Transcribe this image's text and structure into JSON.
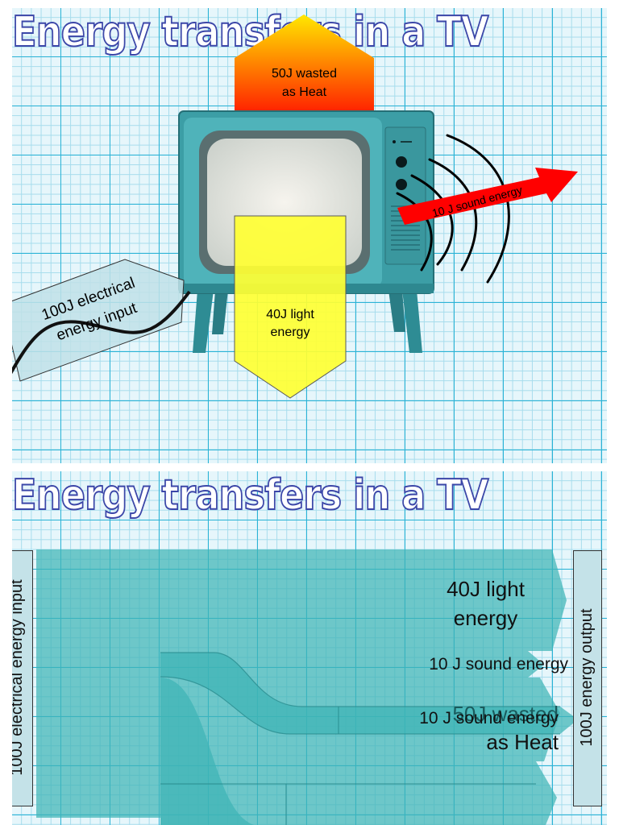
{
  "slide1": {
    "title": "Energy transfers in a TV",
    "heat_label_line1": "50J wasted",
    "heat_label_line2": "as Heat",
    "sound_label": "10 J sound energy",
    "light_label_line1": "40J light",
    "light_label_line2": "energy",
    "input_label_line1": "100J electrical",
    "input_label_line2": "energy input"
  },
  "slide2": {
    "title": "Energy transfers in a TV",
    "input_label": "100J electrical energy input",
    "output_label": "100J energy output",
    "light_line1": "40J light",
    "light_line2": "energy",
    "sound_label_top": "10 J sound energy",
    "heat_line1": "50J wasted",
    "heat_line2": "as Heat",
    "sound_label_overlap": "10 J sound energy"
  },
  "colors": {
    "title_outline": "#3b46a8",
    "sankey_fill": "#3fb4b6",
    "tv_body": "#3c9ea6",
    "heat_top": "#ffe800",
    "heat_bottom": "#ff2000",
    "sound_arrow": "#ff0000",
    "light_arrow": "#ffff33",
    "input_arrow": "#bfe0e8",
    "side_label_bg": "#c4e2e8"
  },
  "sankey": {
    "input_J": 100,
    "flows": [
      {
        "label": "40J light energy",
        "value_J": 40
      },
      {
        "label": "10 J sound energy",
        "value_J": 10
      },
      {
        "label": "50J wasted as Heat",
        "value_J": 50
      }
    ],
    "output_J": 100
  }
}
